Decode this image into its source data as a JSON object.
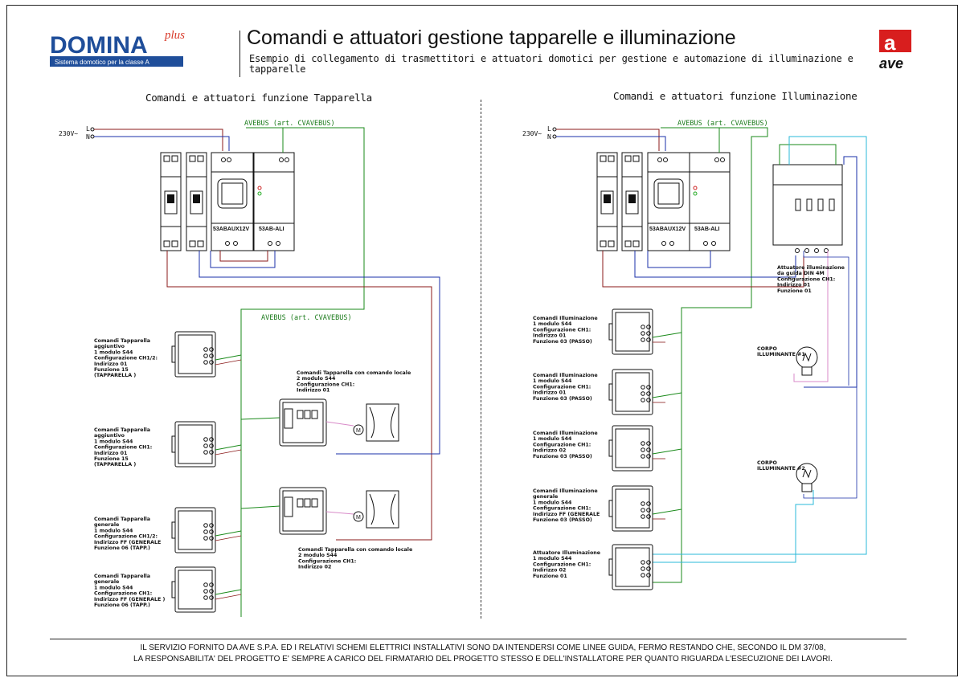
{
  "header": {
    "logo_domina": "DOMINA",
    "logo_plus": "plus",
    "logo_tagline": "Sistema domotico per la classe A",
    "title": "Comandi e attuatori gestione tapparelle e illuminazione",
    "subtitle": "Esempio di collegamento di trasmettitori e attuatori domotici per gestione e automazione di illuminazione e tapparelle",
    "brand": "ave"
  },
  "left": {
    "section_title": "Comandi e attuatori funzione Tapparella",
    "supply": "230V~",
    "L": "L",
    "N": "N",
    "bus_label": "AVEBUS (art. CVAVEBUS)",
    "psu_model": "53ABAUX12V",
    "ali_model": "53AB-ALI",
    "command_1": "Comandi Tapparella\naggiuntivo\n1 modulo S44\nConfigurazione CH1/2:\nIndirizzo   01\nFunzione  15\n(TAPPARELLA )",
    "command_2": "Comandi Tapparella\naggiuntivo\n1 modulo S44\nConfigurazione CH1:\nIndirizzo   01\nFunzione   15\n(TAPPARELLA )",
    "command_3": "Comandi Tapparella\ngenerale\n1 modulo S44\nConfigurazione CH1/2:\nIndirizzo  FF (GENERALE\nFunzione  06 (TAPP.)",
    "command_4": "Comandi Tapparella\ngenerale\n1 modulo S44\nConfigurazione CH1:\nIndirizzo  FF (GENERALE )\nFunzione  06 (TAPP.)",
    "local_1": "Comandi Tapparella con comando locale\n2 modulo S44\nConfigurazione CH1:\nIndirizzo   01",
    "local_2": "Comandi Tapparella con comando locale\n2 modulo S44\nConfigurazione CH1:\nIndirizzo   02"
  },
  "right": {
    "section_title": "Comandi e attuatori funzione Illuminazione",
    "supply": "230V~",
    "L": "L",
    "N": "N",
    "bus_label": "AVEBUS (art. CVAVEBUS)",
    "psu_model": "53ABAUX12V",
    "ali_model": "53AB-ALI",
    "din_actuator": "Attuatore illuminazione\nda guida DIN 4M\nConfigurazione CH1:\nIndirizzo   01\nFunzione   01",
    "command_1": "Comandi Illuminazione\n1 modulo S44\nConfigurazione CH1:\nIndirizzo   01\nFunzione  03 (PASSO)",
    "command_2": "Comandi Illuminazione\n1 modulo S44\nConfigurazione CH1:\nIndirizzo   01\nFunzione  03 (PASSO)",
    "command_3": "Comandi Illuminazione\n1 modulo S44\nConfigurazione CH1:\nIndirizzo   02\nFunzione  03 (PASSO)",
    "command_4": "Comandi Illuminazione\ngenerale\n1 modulo S44\nConfigurazione CH1:\nIndirizzo  FF (GENERALE\nFunzione  03 (PASSO)",
    "actuator": "Attuatore Illuminazione\n1 modulo S44\nConfigurazione CH1:\nIndirizzo   02\nFunzione   01",
    "lamp_1": "CORPO\nILLUMINANTE #1",
    "lamp_2": "CORPO\nILLUMINANTE #2"
  },
  "footer": {
    "line1": "IL SERVIZIO FORNITO DA AVE S.P.A. ED I RELATIVI SCHEMI ELETTRICI INSTALLATIVI SONO DA INTENDERSI COME LINEE GUIDA, FERMO RESTANDO CHE, SECONDO IL DM 37/08,",
    "line2": "LA RESPONSABILITA' DEL PROGETTO E' SEMPRE A CARICO DEL FIRMATARIO DEL PROGETTO STESSO E DELL'INSTALLATORE PER QUANTO RIGUARDA L'ESECUZIONE DEI LAVORI."
  },
  "colors": {
    "line": "#8b1a1a",
    "neutral": "#1a2fa8",
    "bus": "#1a8a1a",
    "cyan": "#2ab8d8",
    "pink": "#d88ac8"
  }
}
